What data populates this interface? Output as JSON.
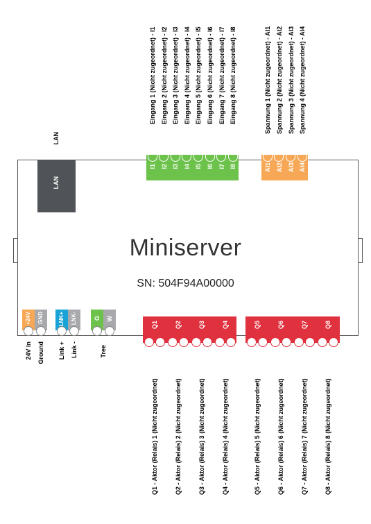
{
  "device": {
    "title": "Miniserver",
    "serial": "SN: 504F94A00000",
    "lan_port_label": "LAN",
    "lan_top_label": "LAN"
  },
  "colors": {
    "green": "#6cc24a",
    "orange": "#f7a856",
    "red": "#e0313f",
    "blue": "#1aa3d6",
    "gray": "#a7a9ac",
    "dark": "#505357"
  },
  "digital_inputs": [
    {
      "terminal": "I1",
      "label": "Eingang 1 (Nicht zugeordnet) - I1"
    },
    {
      "terminal": "I2",
      "label": "Eingang 2 (Nicht zugeordnet) - I2"
    },
    {
      "terminal": "I3",
      "label": "Eingang 3 (Nicht zugeordnet) - I3"
    },
    {
      "terminal": "I4",
      "label": "Eingang 4 (Nicht zugeordnet) - I4"
    },
    {
      "terminal": "I5",
      "label": "Eingang 5 (Nicht zugeordnet) - I5"
    },
    {
      "terminal": "I6",
      "label": "Eingang 6 (Nicht zugeordnet) - I6"
    },
    {
      "terminal": "I7",
      "label": "Eingang 7 (Nicht zugeordnet) - I7"
    },
    {
      "terminal": "I8",
      "label": "Eingang 8 (Nicht zugeordnet) - I8"
    }
  ],
  "analog_inputs": [
    {
      "terminal": "AI1",
      "label": "Spannung 1 (Nicht zugeordnet) - AI1"
    },
    {
      "terminal": "AI2",
      "label": "Spannung 2 (Nicht zugeordnet) - AI2"
    },
    {
      "terminal": "AI3",
      "label": "Spannung 3 (Nicht zugeordnet) - AI3"
    },
    {
      "terminal": "AI4",
      "label": "Spannung 4 (Nicht zugeordnet) - AI4"
    }
  ],
  "outputs": [
    {
      "terminal": "Q1",
      "label": "Q1 - Aktor (Relais) 1 (Nicht zugeordnet)"
    },
    {
      "terminal": "Q2",
      "label": "Q2 - Aktor (Relais) 2 (Nicht zugeordnet)"
    },
    {
      "terminal": "Q3",
      "label": "Q3 - Aktor (Relais) 3 (Nicht zugeordnet)"
    },
    {
      "terminal": "Q4",
      "label": "Q4 - Aktor (Relais) 4 (Nicht zugeordnet)"
    },
    {
      "terminal": "Q5",
      "label": "Q5 - Aktor (Relais) 5 (Nicht zugeordnet)"
    },
    {
      "terminal": "Q6",
      "label": "Q6 - Aktor (Relais) 6 (Nicht zugeordnet)"
    },
    {
      "terminal": "Q7",
      "label": "Q7 - Aktor (Relais) 7 (Nicht zugeordnet)"
    },
    {
      "terminal": "Q8",
      "label": "Q8 - Aktor (Relais) 8 (Nicht zugeordnet)"
    }
  ],
  "power": {
    "terminals": [
      "+24V",
      "GND"
    ],
    "labels": [
      "24V In",
      "Ground"
    ]
  },
  "link": {
    "terminals": [
      "LNK+",
      "LNK-"
    ],
    "labels": [
      "Link +",
      "Link -"
    ]
  },
  "tree": {
    "terminals": [
      "G",
      "W"
    ],
    "label": "Tree"
  }
}
